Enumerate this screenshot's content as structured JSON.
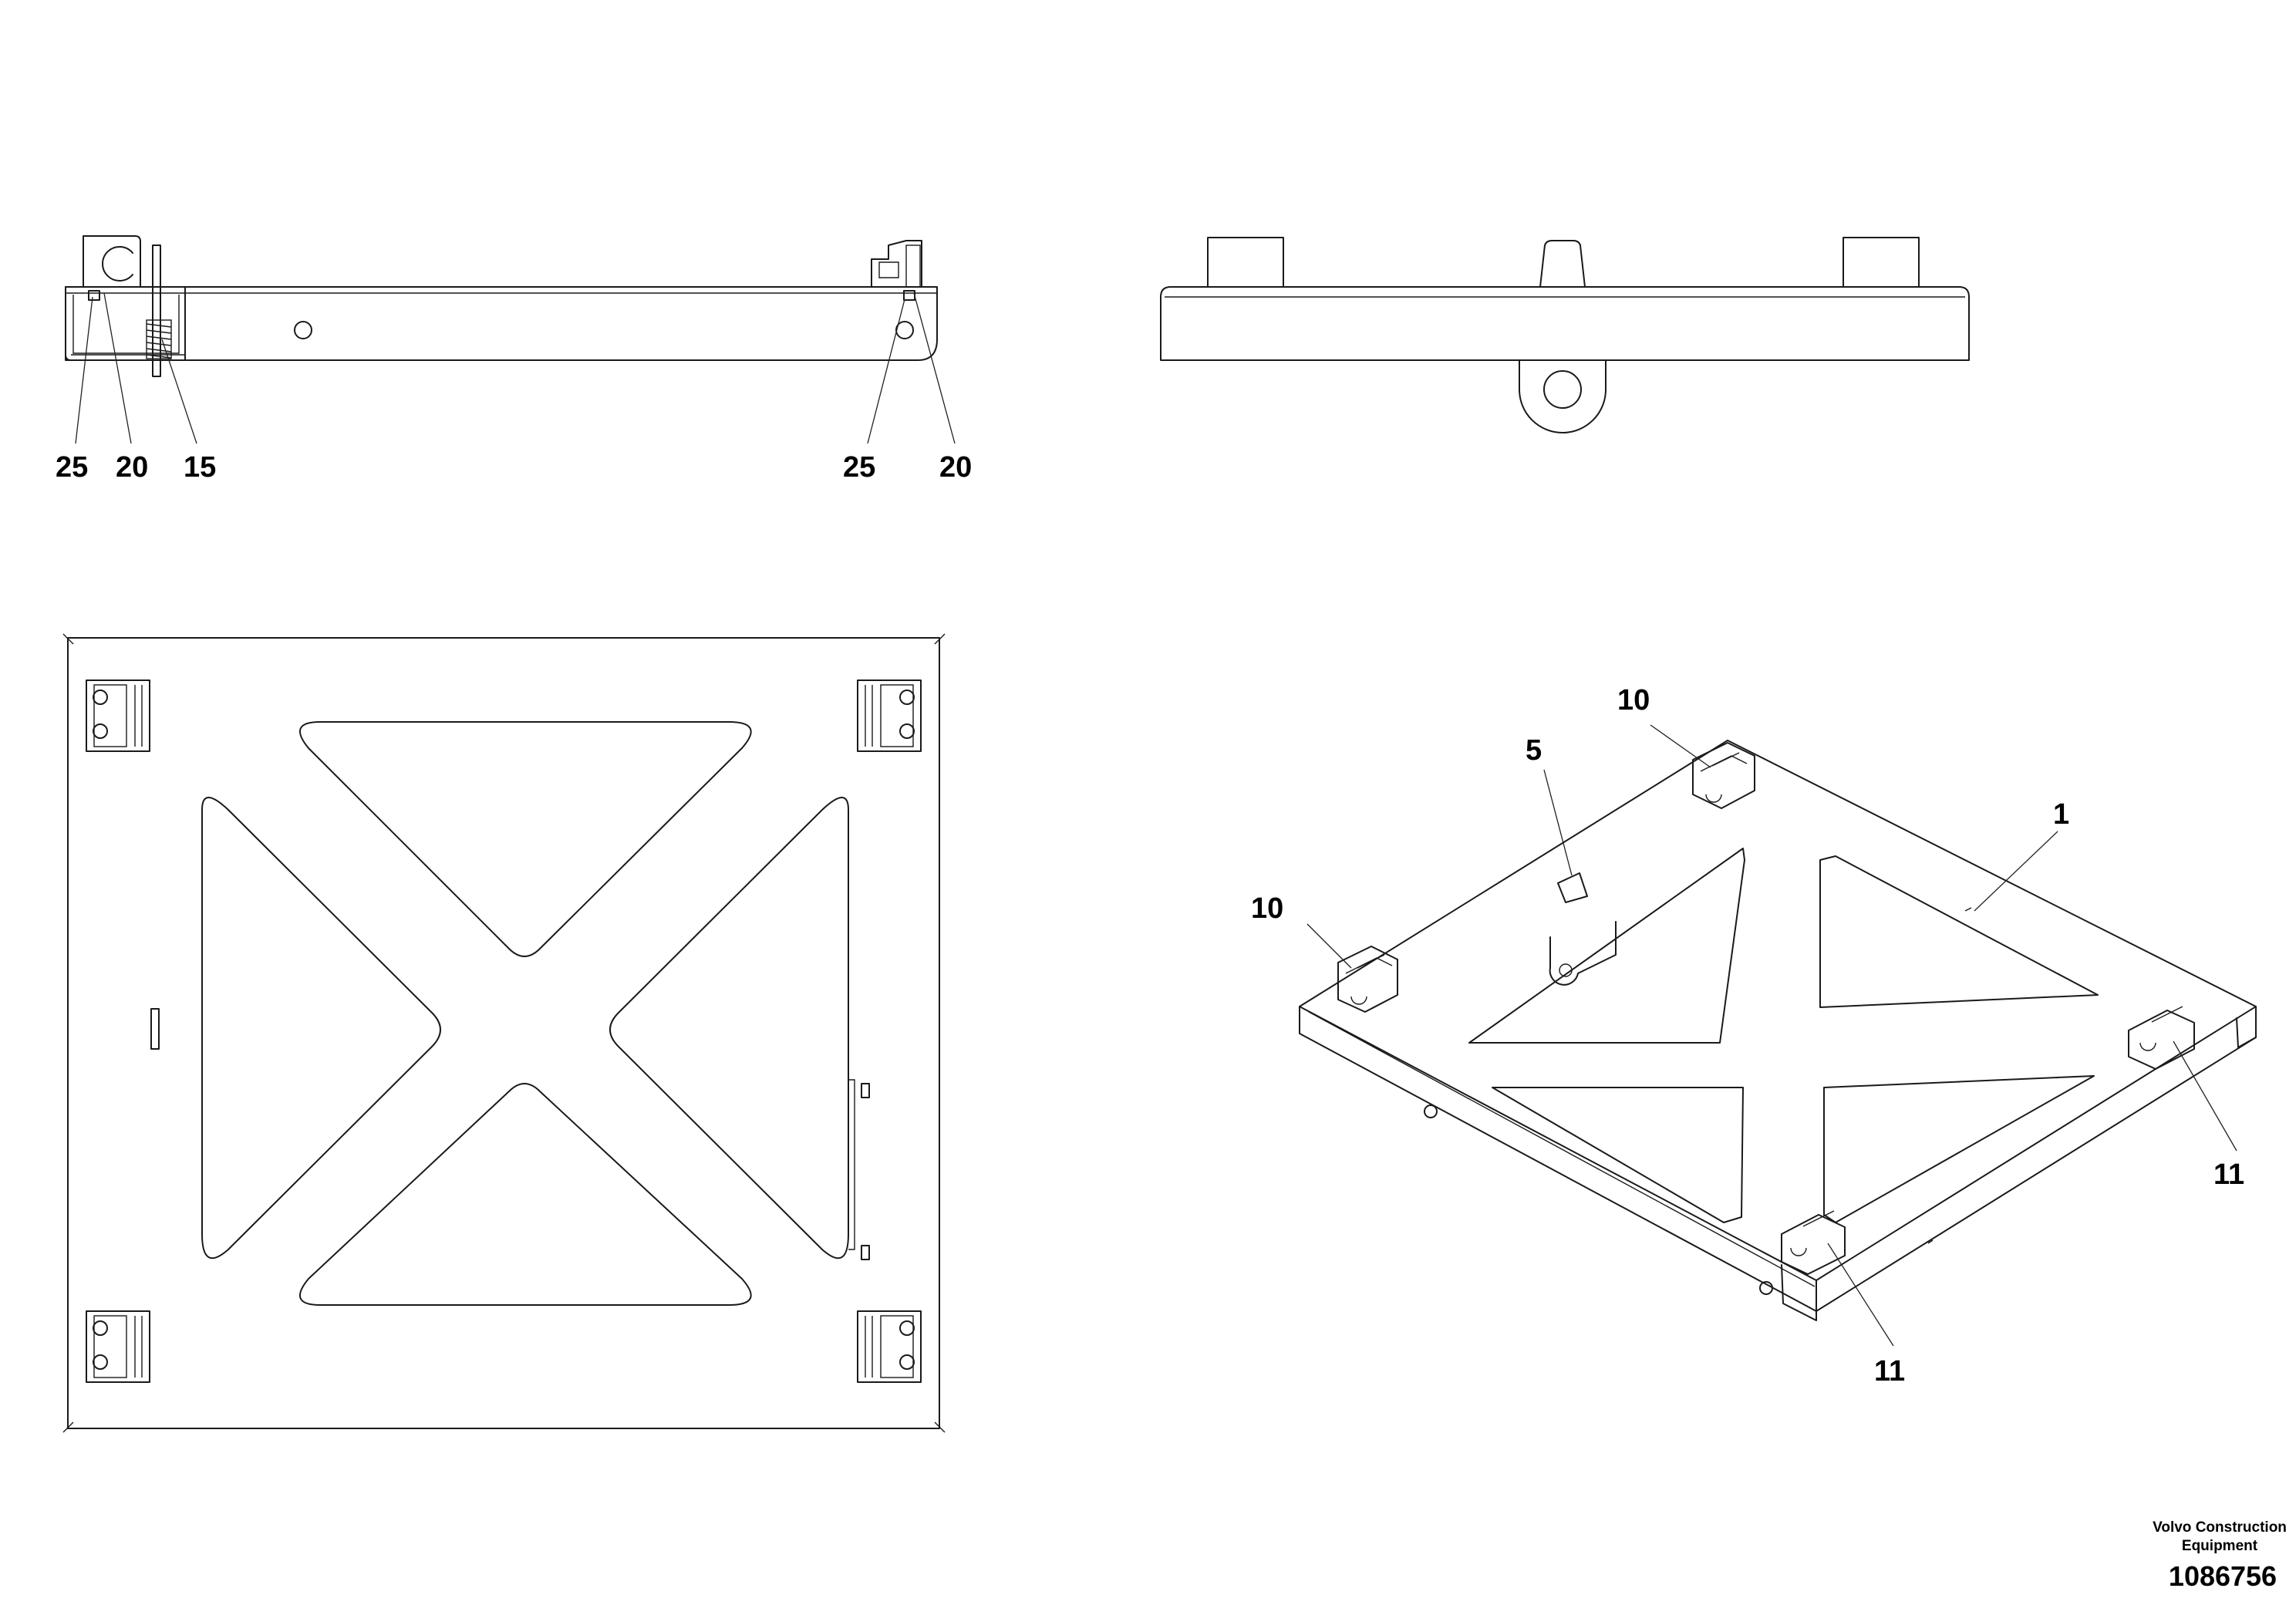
{
  "callouts": {
    "side_left": [
      "25",
      "20",
      "15"
    ],
    "side_right": [
      "25",
      "20"
    ],
    "iso_top_bracket": "10",
    "iso_lug": "5",
    "iso_frame": "1",
    "iso_left_bracket": "10",
    "iso_right_bracket": "11",
    "iso_bottom_bracket": "11"
  },
  "title_block": {
    "company_line1": "Volvo Construction",
    "company_line2": "Equipment",
    "part_number": "1086756"
  }
}
